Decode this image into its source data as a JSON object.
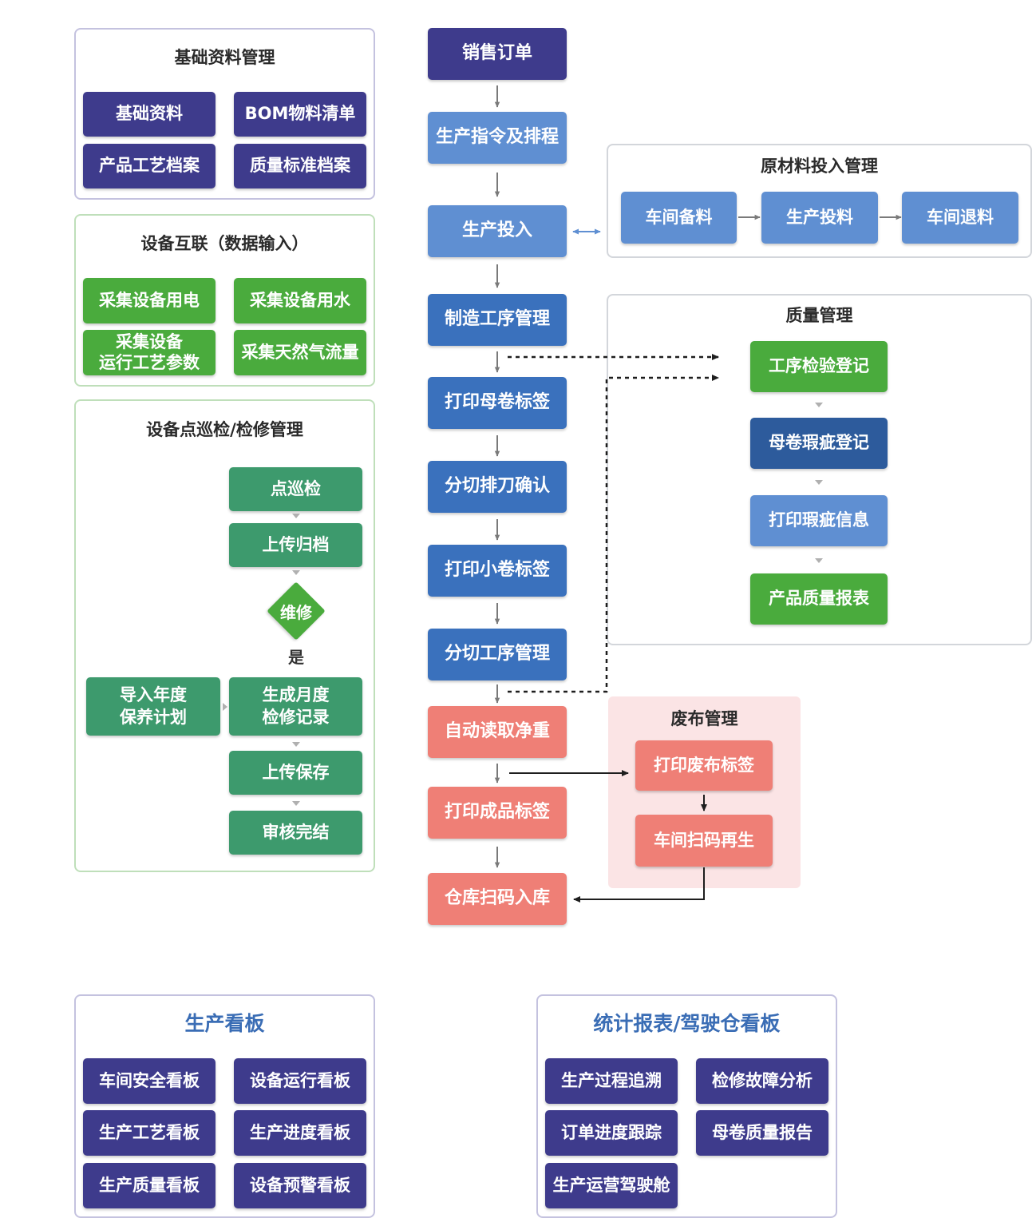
{
  "colors": {
    "indigo": "#3e3b8c",
    "green": "#4aab3d",
    "teal": "#3d9a6d",
    "sky": "#5f8fd2",
    "blue": "#3a71bd",
    "navy": "#2d5b9c",
    "salmon": "#ef7f76",
    "waste_bg": "#fbe4e5",
    "title_blue": "#3a6db5"
  },
  "basic_data": {
    "title": "基础资料管理",
    "items": [
      "基础资料",
      "BOM物料清单",
      "产品工艺档案",
      "质量标准档案"
    ]
  },
  "device_link": {
    "title": "设备互联（数据输入）",
    "items": [
      "采集设备用电",
      "采集设备用水",
      "采集设备\n运行工艺参数",
      "采集天然气流量"
    ]
  },
  "inspection": {
    "title": "设备点巡检/检修管理",
    "steps": [
      "点巡检",
      "上传归档"
    ],
    "decision": "维修",
    "decision_yes": "是",
    "annual_plan": "导入年度\n保养计划",
    "after_steps": [
      "生成月度\n检修记录",
      "上传保存",
      "审核完结"
    ]
  },
  "main_flow": [
    "销售订单",
    "生产指令及排程",
    "生产投入",
    "制造工序管理",
    "打印母卷标签",
    "分切排刀确认",
    "打印小卷标签",
    "分切工序管理",
    "自动读取净重",
    "打印成品标签",
    "仓库扫码入库"
  ],
  "raw_material": {
    "title": "原材料投入管理",
    "items": [
      "车间备料",
      "生产投料",
      "车间退料"
    ]
  },
  "quality": {
    "title": "质量管理",
    "items": [
      "工序检验登记",
      "母卷瑕疵登记",
      "打印瑕疵信息",
      "产品质量报表"
    ]
  },
  "waste": {
    "title": "废布管理",
    "items": [
      "打印废布标签",
      "车间扫码再生"
    ]
  },
  "production_kanban": {
    "title": "生产看板",
    "items": [
      "车间安全看板",
      "设备运行看板",
      "生产工艺看板",
      "生产进度看板",
      "生产质量看板",
      "设备预警看板"
    ]
  },
  "stats_kanban": {
    "title": "统计报表/驾驶仓看板",
    "items": [
      "生产过程追溯",
      "检修故障分析",
      "订单进度跟踪",
      "母卷质量报告",
      "生产运营驾驶舱"
    ]
  }
}
